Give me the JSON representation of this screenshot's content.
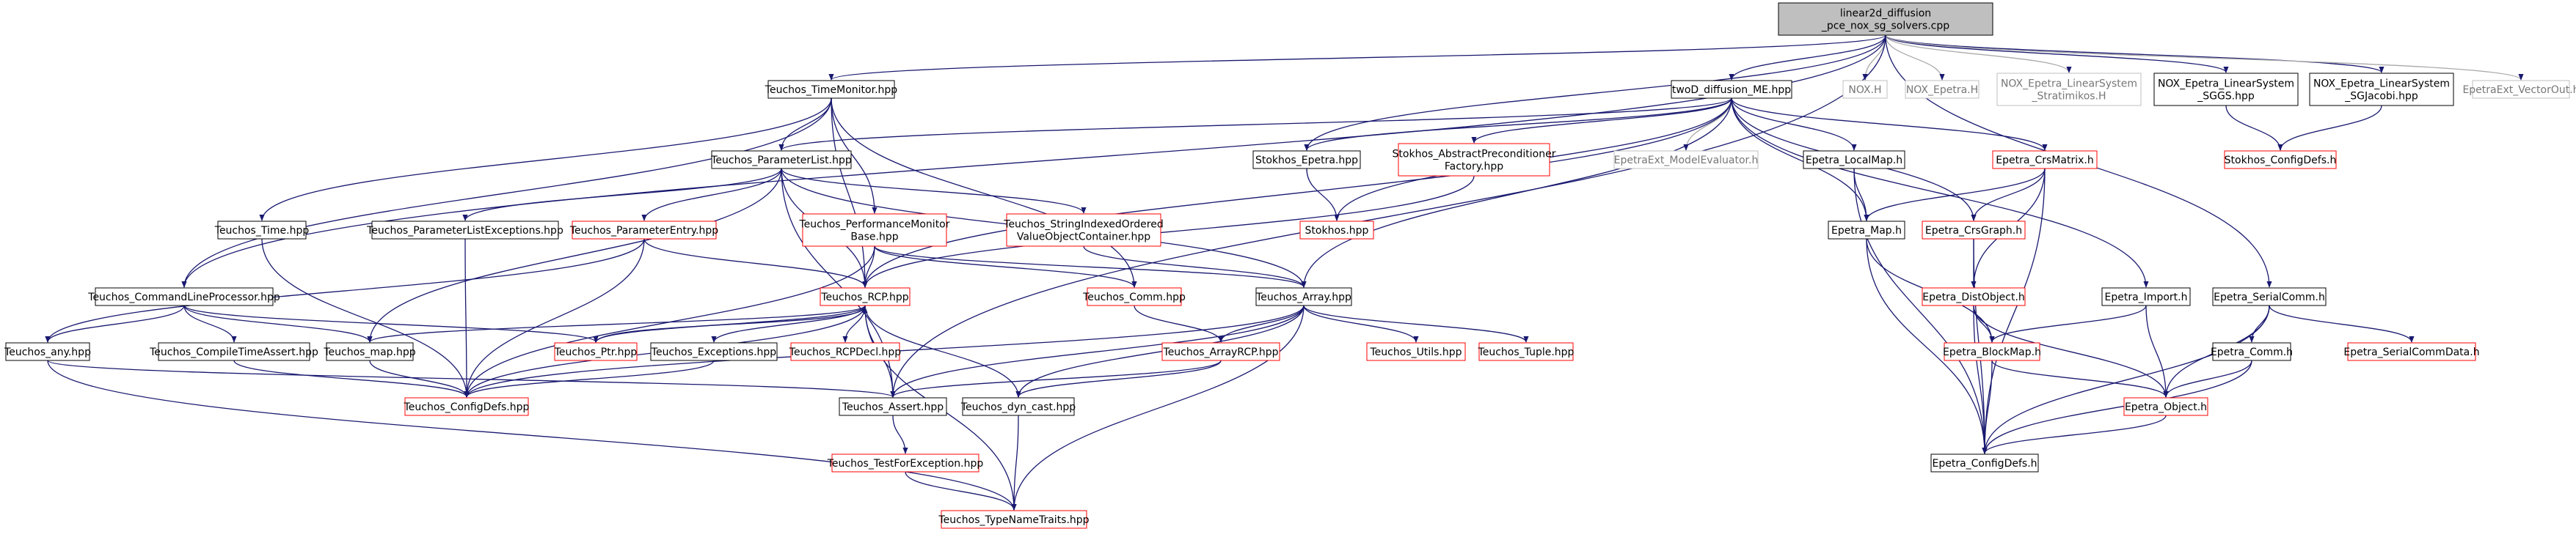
{
  "colors": {
    "edge": "#191970",
    "edge_gray": "#a9a9a9",
    "box_black": "#000000",
    "box_red": "#ff0000",
    "box_gray": "#bfbfbf",
    "root_fill": "#bfbfbf"
  },
  "nodes": {
    "n_root": {
      "lines": [
        "linear2d_diffusion",
        "_pce_nox_sg_solvers.cpp"
      ],
      "style": "root"
    },
    "n_timemon": {
      "lines": [
        "Teuchos_TimeMonitor.hpp"
      ],
      "style": "black"
    },
    "n_twod": {
      "lines": [
        "twoD_diffusion_ME.hpp"
      ],
      "style": "black"
    },
    "n_noxh": {
      "lines": [
        "NOX.H"
      ],
      "style": "gray"
    },
    "n_noxepetra": {
      "lines": [
        "NOX_Epetra.H"
      ],
      "style": "gray"
    },
    "n_noxstrat": {
      "lines": [
        "NOX_Epetra_LinearSystem",
        "_Stratimikos.H"
      ],
      "style": "gray"
    },
    "n_noxsggs": {
      "lines": [
        "NOX_Epetra_LinearSystem",
        "_SGGS.hpp"
      ],
      "style": "black"
    },
    "n_noxsgjac": {
      "lines": [
        "NOX_Epetra_LinearSystem",
        "_SGJacobi.hpp"
      ],
      "style": "black"
    },
    "n_epetraextvec": {
      "lines": [
        "EpetraExt_VectorOut.h"
      ],
      "style": "gray"
    },
    "n_stokhoscfg": {
      "lines": [
        "Stokhos_ConfigDefs.h"
      ],
      "style": "red"
    },
    "n_paramlist": {
      "lines": [
        "Teuchos_ParameterList.hpp"
      ],
      "style": "black"
    },
    "n_stokhosepetra": {
      "lines": [
        "Stokhos_Epetra.hpp"
      ],
      "style": "black"
    },
    "n_stokhosabs": {
      "lines": [
        "Stokhos_AbstractPreconditioner",
        "Factory.hpp"
      ],
      "style": "red"
    },
    "n_epetraextmodel": {
      "lines": [
        "EpetraExt_ModelEvaluator.h"
      ],
      "style": "gray"
    },
    "n_localmap": {
      "lines": [
        "Epetra_LocalMap.h"
      ],
      "style": "black"
    },
    "n_crsmatrix": {
      "lines": [
        "Epetra_CrsMatrix.h"
      ],
      "style": "red"
    },
    "n_time": {
      "lines": [
        "Teuchos_Time.hpp"
      ],
      "style": "black"
    },
    "n_plexc": {
      "lines": [
        "Teuchos_ParameterListExceptions.hpp"
      ],
      "style": "black"
    },
    "n_pentry": {
      "lines": [
        "Teuchos_ParameterEntry.hpp"
      ],
      "style": "red"
    },
    "n_perfmon": {
      "lines": [
        "Teuchos_PerformanceMonitor",
        "Base.hpp"
      ],
      "style": "red"
    },
    "n_strindexed": {
      "lines": [
        "Teuchos_StringIndexedOrdered",
        "ValueObjectContainer.hpp"
      ],
      "style": "red"
    },
    "n_stokhoshpp": {
      "lines": [
        "Stokhos.hpp"
      ],
      "style": "red"
    },
    "n_map": {
      "lines": [
        "Epetra_Map.h"
      ],
      "style": "black"
    },
    "n_crsgraph": {
      "lines": [
        "Epetra_CrsGraph.h"
      ],
      "style": "red"
    },
    "n_cmdline": {
      "lines": [
        "Teuchos_CommandLineProcessor.hpp"
      ],
      "style": "black"
    },
    "n_rcp": {
      "lines": [
        "Teuchos_RCP.hpp"
      ],
      "style": "red"
    },
    "n_comm": {
      "lines": [
        "Teuchos_Comm.hpp"
      ],
      "style": "red"
    },
    "n_array": {
      "lines": [
        "Teuchos_Array.hpp"
      ],
      "style": "black"
    },
    "n_distobj": {
      "lines": [
        "Epetra_DistObject.h"
      ],
      "style": "red"
    },
    "n_import": {
      "lines": [
        "Epetra_Import.h"
      ],
      "style": "black"
    },
    "n_serialcomm": {
      "lines": [
        "Epetra_SerialComm.h"
      ],
      "style": "black"
    },
    "n_any": {
      "lines": [
        "Teuchos_any.hpp"
      ],
      "style": "black"
    },
    "n_compiletime": {
      "lines": [
        "Teuchos_CompileTimeAssert.hpp"
      ],
      "style": "black"
    },
    "n_tmap": {
      "lines": [
        "Teuchos_map.hpp"
      ],
      "style": "black"
    },
    "n_ptr": {
      "lines": [
        "Teuchos_Ptr.hpp"
      ],
      "style": "red"
    },
    "n_exceptions": {
      "lines": [
        "Teuchos_Exceptions.hpp"
      ],
      "style": "black"
    },
    "n_rcpdecl": {
      "lines": [
        "Teuchos_RCPDecl.hpp"
      ],
      "style": "red"
    },
    "n_arrayrcp": {
      "lines": [
        "Teuchos_ArrayRCP.hpp"
      ],
      "style": "red"
    },
    "n_utils": {
      "lines": [
        "Teuchos_Utils.hpp"
      ],
      "style": "red"
    },
    "n_tuple": {
      "lines": [
        "Teuchos_Tuple.hpp"
      ],
      "style": "red"
    },
    "n_blockmap": {
      "lines": [
        "Epetra_BlockMap.h"
      ],
      "style": "red"
    },
    "n_ecomm": {
      "lines": [
        "Epetra_Comm.h"
      ],
      "style": "black"
    },
    "n_serialcommdata": {
      "lines": [
        "Epetra_SerialCommData.h"
      ],
      "style": "red"
    },
    "n_tconfig": {
      "lines": [
        "Teuchos_ConfigDefs.hpp"
      ],
      "style": "red"
    },
    "n_assert": {
      "lines": [
        "Teuchos_Assert.hpp"
      ],
      "style": "black"
    },
    "n_dyncast": {
      "lines": [
        "Teuchos_dyn_cast.hpp"
      ],
      "style": "black"
    },
    "n_eobject": {
      "lines": [
        "Epetra_Object.h"
      ],
      "style": "red"
    },
    "n_testforexc": {
      "lines": [
        "Teuchos_TestForException.hpp"
      ],
      "style": "red"
    },
    "n_econfig": {
      "lines": [
        "Epetra_ConfigDefs.h"
      ],
      "style": "black"
    },
    "n_typename": {
      "lines": [
        "Teuchos_TypeNameTraits.hpp"
      ],
      "style": "red"
    }
  }
}
